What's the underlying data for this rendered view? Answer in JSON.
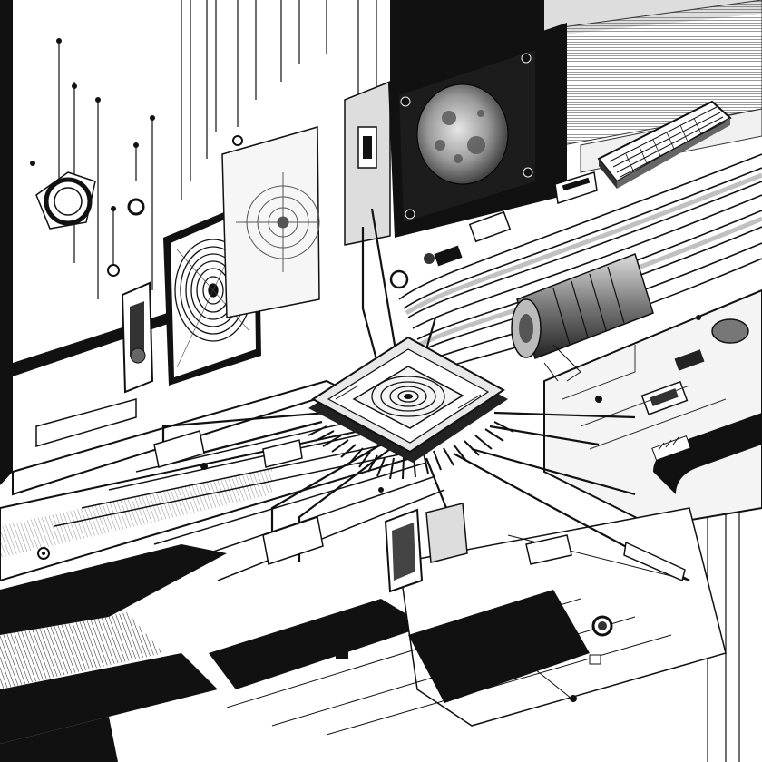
{
  "scene": {
    "palette": {
      "background": "#ffffff",
      "ink": "#111111",
      "mid": "#7a7a7a",
      "light": "#c9c9c9",
      "paper": "#f4f4f4"
    },
    "elements": {
      "left_dial": "ring-dial-icon",
      "left_device": "handheld-device-icon",
      "target_panel": "concentric-target-display",
      "background_panel": "blueprint-dial-display",
      "moon_monitor": "moon-display",
      "keyboard": "keyboard-icon",
      "cpu_chip": "cpu-chip-icon",
      "cable_bundle": "cable-bundle",
      "cylinder_machine": "cylindrical-machine"
    }
  }
}
